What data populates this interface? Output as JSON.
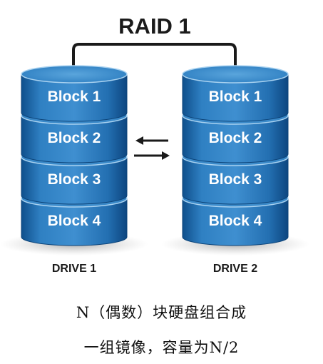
{
  "title": "RAID 1",
  "drives": [
    {
      "label": "DRIVE 1",
      "blocks": [
        "Block 1",
        "Block 2",
        "Block 3",
        "Block 4"
      ]
    },
    {
      "label": "DRIVE 2",
      "blocks": [
        "Block 1",
        "Block 2",
        "Block 3",
        "Block 4"
      ]
    }
  ],
  "caption": {
    "line1": "N（偶数）块硬盘组合成",
    "line2": "一组镜像，容量为N/2"
  },
  "colors": {
    "cylinder_top": "#4a97cf",
    "cylinder_mid": "#2373b3",
    "cylinder_dark": "#0e4f8a",
    "cylinder_side": "#1a6aad",
    "block_text": "#ffffff",
    "title_text": "#1a1a1a",
    "drive_label": "#1a1a1a",
    "connector": "#1a1a1a",
    "arrow": "#1a1a1a"
  },
  "icons": {
    "sync_arrows": "left-right-arrows-icon"
  }
}
